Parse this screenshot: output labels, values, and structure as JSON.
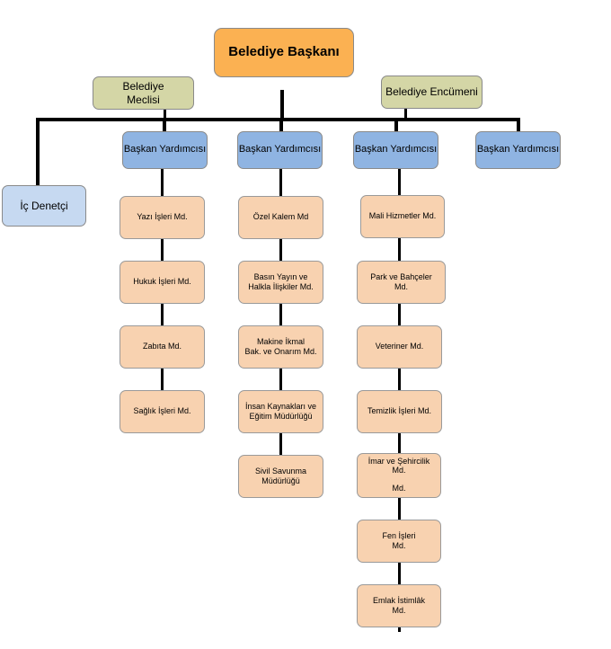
{
  "mayor": "Belediye Başkanı",
  "council": "Belediye\nMeclisi",
  "committee": "Belediye Encümeni",
  "deputies": [
    "Başkan Yardımcısı",
    "Başkan Yardımcısı",
    "Başkan Yardımcısı",
    "Başkan Yardımcısı"
  ],
  "audit": "İç Denetçi",
  "column1": [
    "Yazı İşleri Md.",
    "Hukuk İşleri Md.",
    "Zabıta Md.",
    "Sağlık İşleri Md."
  ],
  "column2": [
    "Özel Kalem Md",
    "Basın Yayın ve\nHalkla İlişkiler Md.",
    "Makine İkmal\nBak. ve Onarım Md.",
    "İnsan Kaynakları ve\nEğitim Müdürlüğü",
    "Sivil Savunma\nMüdürlüğü"
  ],
  "column3": [
    "Mali Hizmetler Md.",
    "Park ve Bahçeler\nMd.",
    "Veteriner Md.",
    "Temizlik İşleri Md.",
    "İmar ve Şehircilik\nMd.\n\nMd.",
    "Fen İşleri\nMd.",
    "Emlak İstimlâk\nMd."
  ]
}
